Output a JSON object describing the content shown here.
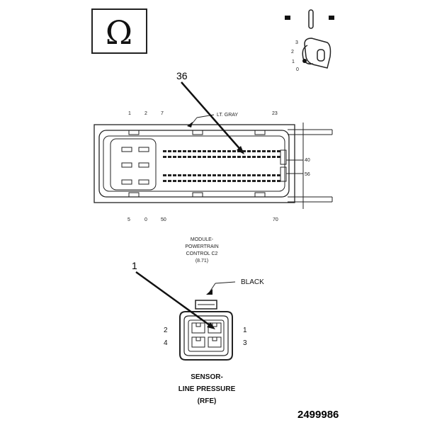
{
  "symbol_box": {
    "glyph": "Ω"
  },
  "key_switch": {
    "positions": [
      "3",
      "2",
      "1",
      "0"
    ]
  },
  "pcm_connector": {
    "callout": "36",
    "wire_label": "LT. GRAY",
    "top_pins": [
      "1",
      "2",
      "7",
      "23"
    ],
    "bottom_pins": [
      "5",
      "0",
      "50",
      "70"
    ],
    "side_pins": [
      "40",
      "56"
    ],
    "module_label": [
      "MODULE-",
      "POWERTRAIN",
      "CONTROL C2",
      "(8.71)"
    ]
  },
  "sensor_connector": {
    "callout": "1",
    "color_label": "BLACK",
    "pin_left": [
      "2",
      "4"
    ],
    "pin_right": [
      "1",
      "3"
    ],
    "caption": [
      "SENSOR-",
      "LINE PRESSURE",
      "(RFE)"
    ]
  },
  "figure_number": "2499986"
}
